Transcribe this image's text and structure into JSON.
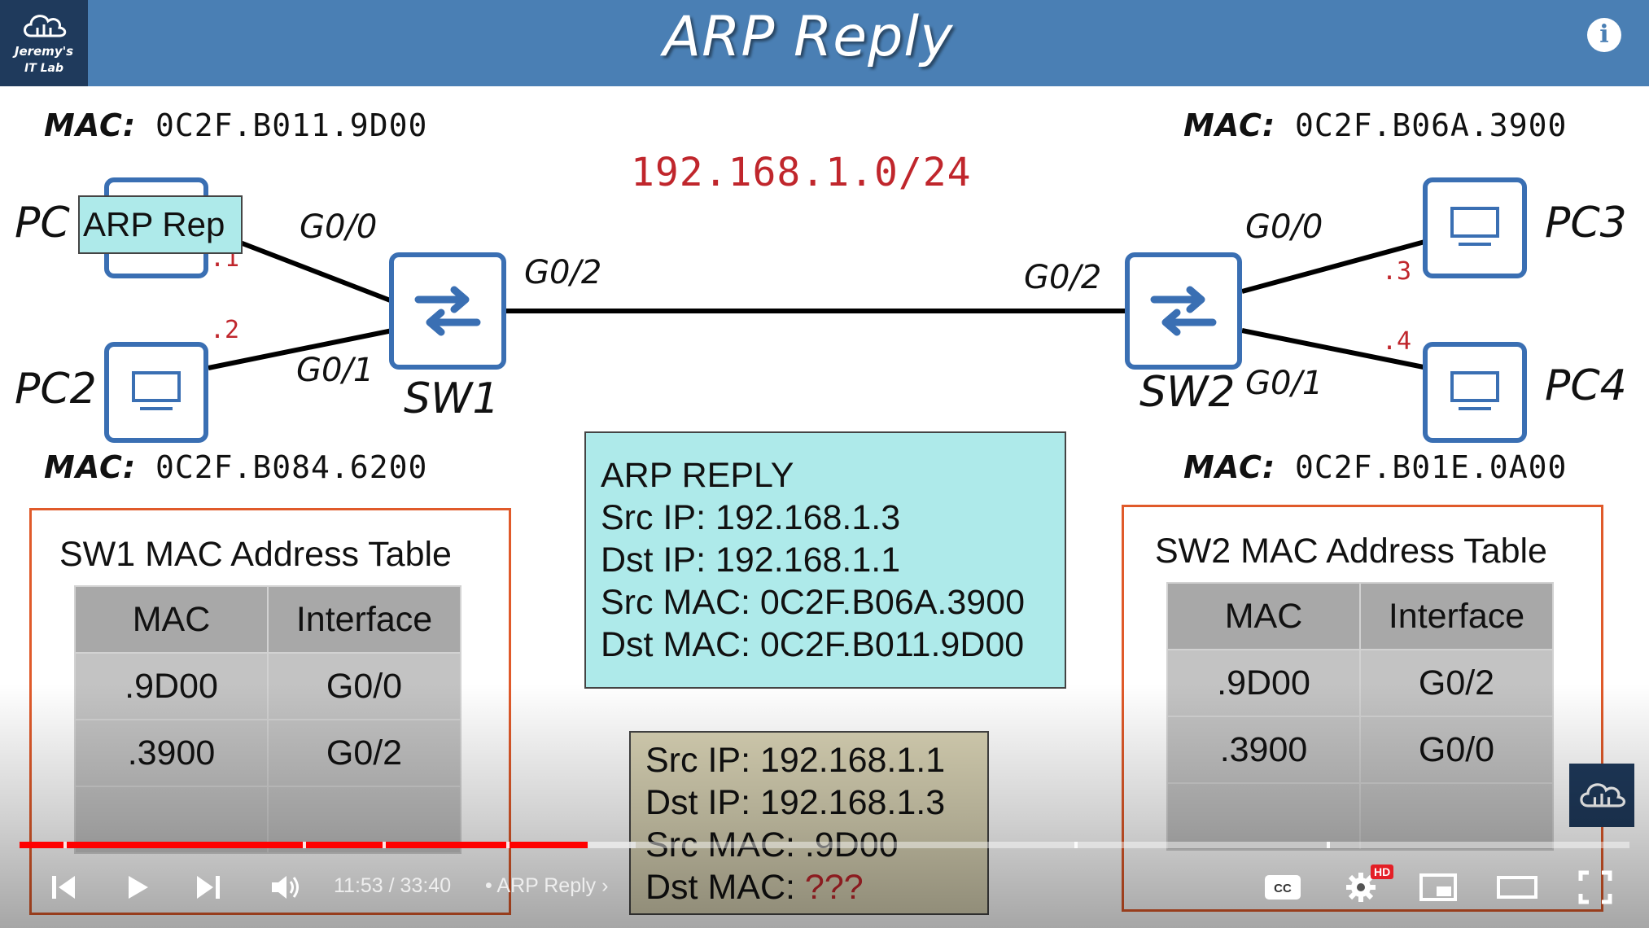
{
  "header": {
    "title": "ARP Reply",
    "logo_line1": "Jeremy's",
    "logo_line2": "IT Lab",
    "info_glyph": "i"
  },
  "diagram": {
    "network": "192.168.1.0/24",
    "mac_label": "MAC:",
    "pc1": {
      "name": "PC",
      "mac": "0C2F.B011.9D00",
      "ip_octet": ".1"
    },
    "pc2": {
      "name": "PC2",
      "mac": "0C2F.B084.6200",
      "ip_octet": ".2"
    },
    "pc3": {
      "name": "PC3",
      "mac": "0C2F.B06A.3900",
      "ip_octet": ".3"
    },
    "pc4": {
      "name": "PC4",
      "mac": "0C2F.B01E.0A00",
      "ip_octet": ".4"
    },
    "sw1": {
      "name": "SW1",
      "ports": {
        "g00": "G0/0",
        "g01": "G0/1",
        "g02": "G0/2"
      }
    },
    "sw2": {
      "name": "SW2",
      "ports": {
        "g00": "G0/0",
        "g01": "G0/1",
        "g02": "G0/2"
      }
    },
    "arp_tag": "ARP Rep"
  },
  "sw1_table": {
    "title": "SW1 MAC Address Table",
    "headers": [
      "MAC",
      "Interface"
    ],
    "rows": [
      [
        ".9D00",
        "G0/0"
      ],
      [
        ".3900",
        "G0/2"
      ],
      [
        "",
        ""
      ]
    ]
  },
  "sw2_table": {
    "title": "SW2 MAC Address Table",
    "headers": [
      "MAC",
      "Interface"
    ],
    "rows": [
      [
        ".9D00",
        "G0/2"
      ],
      [
        ".3900",
        "G0/0"
      ],
      [
        "",
        ""
      ]
    ]
  },
  "arp_reply_box": {
    "heading": "ARP REPLY",
    "src_ip": "Src IP: 192.168.1.3",
    "dst_ip": "Dst IP: 192.168.1.1",
    "src_mac": "Src MAC: 0C2F.B06A.3900",
    "dst_mac": "Dst MAC: 0C2F.B011.9D00"
  },
  "pending_frame_box": {
    "src_ip": "Src IP: 192.168.1.1",
    "dst_ip": "Dst IP: 192.168.1.3",
    "src_mac": "Src MAC: .9D00",
    "dst_mac_label": "Dst MAC: ",
    "dst_mac_value": "???"
  },
  "player": {
    "current_time": "11:53",
    "duration": "33:40",
    "time_display": "11:53 / 33:40",
    "chapter": "ARP Reply",
    "chapter_separator": "•",
    "progress_fraction": 0.353,
    "buffered_fraction": 0.296,
    "hd_badge": "HD",
    "icons": [
      "previous-icon",
      "play-icon",
      "next-icon",
      "volume-icon",
      "chevron-right-icon",
      "captions-icon",
      "settings-icon",
      "miniplayer-icon",
      "theater-icon",
      "fullscreen-icon"
    ],
    "colors": {
      "played": "#ff0000",
      "hd": "#e41f26"
    }
  },
  "colors": {
    "header": "#4a7fb4",
    "device_blue": "#3a6fb3",
    "ip_red": "#c0262c",
    "reply_box": "#aeeaea",
    "frame_box": "#d8d2b4",
    "table_border": "#e05a2a"
  }
}
